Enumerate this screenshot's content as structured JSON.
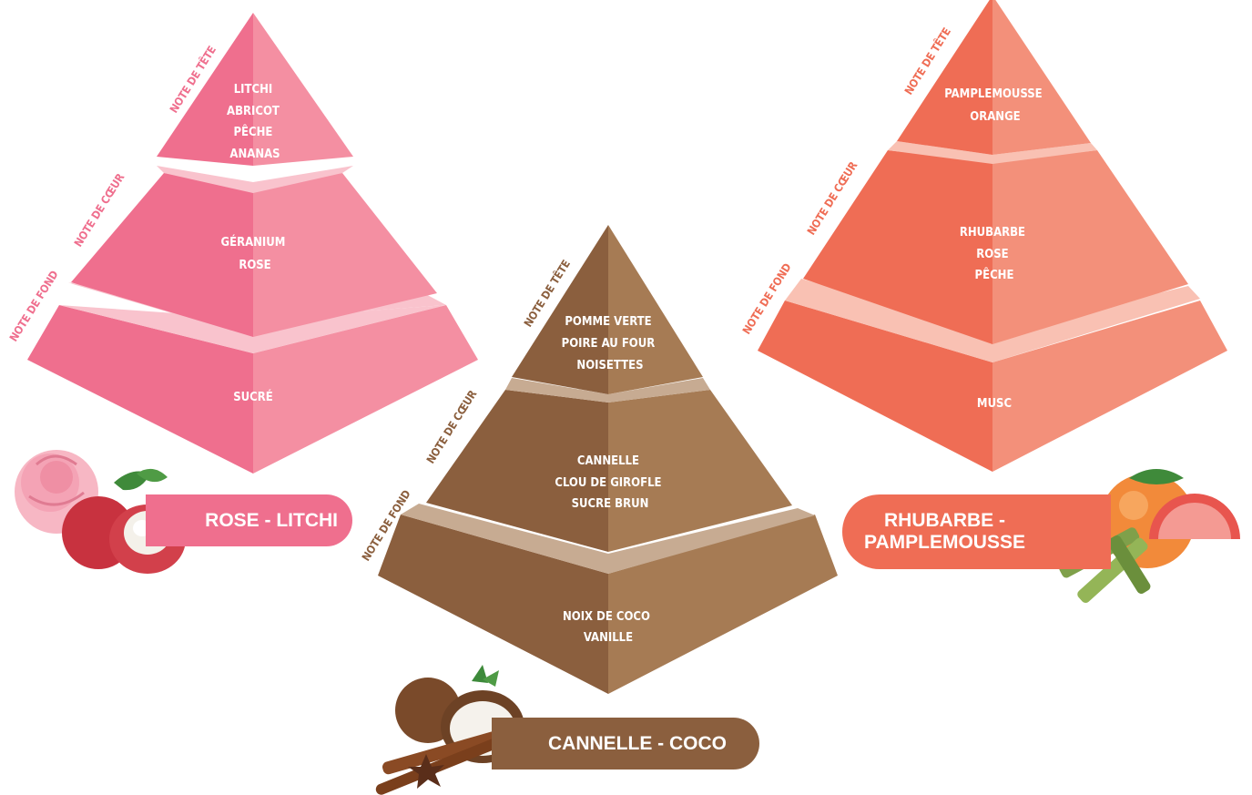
{
  "pyramids": [
    {
      "id": "rose-litchi",
      "name": "ROSE - LITCHI",
      "colors": {
        "left": "#ef6f8e",
        "right": "#f48fa2",
        "band": "#f9c3cd",
        "label": "#ef6f8e"
      },
      "labels": {
        "top": "NOTE DE TÊTE",
        "heart": "NOTE DE CŒUR",
        "base": "NOTE DE FOND"
      },
      "notes": {
        "top": [
          "LITCHI",
          "ABRICOT",
          "PÊCHE",
          "ANANAS"
        ],
        "heart": [
          "GÉRANIUM",
          "ROSE"
        ],
        "base": [
          "SUCRÉ"
        ]
      },
      "illustration": [
        "rose-icon",
        "lychee-icon"
      ]
    },
    {
      "id": "cannelle-coco",
      "name": "CANNELLE - COCO",
      "colors": {
        "left": "#8b5f3e",
        "right": "#a67b54",
        "band": "#c7ab92",
        "label": "#8b5f3e"
      },
      "labels": {
        "top": "NOTE DE TÊTE",
        "heart": "NOTE DE CŒUR",
        "base": "NOTE DE FOND"
      },
      "notes": {
        "top": [
          "POMME VERTE",
          "POIRE AU FOUR",
          "NOISETTES"
        ],
        "heart": [
          "CANNELLE",
          "CLOU DE GIROFLE",
          "SUCRE BRUN"
        ],
        "base": [
          "NOIX DE COCO",
          "VANILLE"
        ]
      },
      "illustration": [
        "coconut-icon",
        "cinnamon-icon",
        "star-anise-icon"
      ]
    },
    {
      "id": "rhubarbe-pamplemousse",
      "name_lines": [
        "RHUBARBE -",
        "PAMPLEMOUSSE"
      ],
      "colors": {
        "left": "#ef6d55",
        "right": "#f3907a",
        "band": "#f9c1b3",
        "label": "#ef6d55"
      },
      "labels": {
        "top": "NOTE DE TÊTE",
        "heart": "NOTE DE CŒUR",
        "base": "NOTE DE FOND"
      },
      "notes": {
        "top": [
          "PAMPLEMOUSSE",
          "ORANGE"
        ],
        "heart": [
          "RHUBARBE",
          "ROSE",
          "PÊCHE"
        ],
        "base": [
          "MUSC"
        ]
      },
      "illustration": [
        "grapefruit-icon",
        "rhubarb-icon"
      ]
    }
  ]
}
